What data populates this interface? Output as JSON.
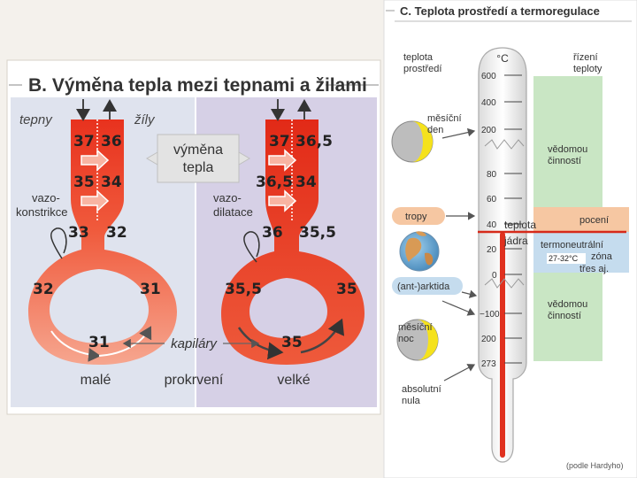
{
  "panel_b": {
    "title": "B. Výměna tepla mezi tepnami a žilami",
    "label_arteries": "tepny",
    "label_veins": "žíly",
    "exchange_label_line1": "výměna",
    "exchange_label_line2": "tepla",
    "vasoconstriction_line1": "vazo-",
    "vasoconstriction_line2": "konstrikce",
    "vasodilatation_line1": "vazo-",
    "vasodilatation_line2": "dilatace",
    "capillaries": "kapiláry",
    "low_flow": "malé",
    "perfusion": "prokrvení",
    "high_flow": "velké",
    "left_loop": {
      "artery_top": "37",
      "vein_top": "36",
      "artery_mid": "35",
      "vein_mid": "34",
      "artery_low": "33",
      "vein_low": "32",
      "loop_left": "32",
      "loop_right": "31",
      "loop_bottom": "31"
    },
    "right_loop": {
      "artery_top": "37",
      "vein_top": "36,5",
      "artery_mid": "36,5",
      "vein_mid": "34",
      "artery_low": "36",
      "vein_low": "35,5",
      "loop_left": "35,5",
      "loop_right": "35",
      "loop_bottom": "35"
    }
  },
  "panel_c": {
    "title": "C. Teplota prostředí a termoregulace",
    "env_temp_line1": "teplota",
    "env_temp_line2": "prostředí",
    "unit": "°C",
    "control_line1": "řízení",
    "control_line2": "teploty",
    "scale_labels": [
      "600",
      "400",
      "200",
      "80",
      "60",
      "40",
      "20",
      "0",
      "−100",
      "200",
      "273"
    ],
    "lunar_day_line1": "měsíční",
    "lunar_day_line2": "den",
    "tropics": "tropy",
    "arctic": "(ant-)arktida",
    "lunar_night_line1": "měsíční",
    "lunar_night_line2": "noc",
    "absolute_zero_line1": "absolutní",
    "absolute_zero_line2": "nula",
    "conscious_top_line1": "vědomou",
    "conscious_top_line2": "činností",
    "core_temp_line1": "teplota",
    "core_temp_line2": "jádra",
    "sweating": "pocení",
    "thermoneutral_line1": "termoneutrální",
    "thermoneutral_line2": "zóna",
    "shivering": "třes aj.",
    "thermoneutral_range": "27-32°C",
    "conscious_bottom_line1": "vědomou",
    "conscious_bottom_line2": "činností",
    "source": "(podle Hardyho)"
  },
  "colors": {
    "artery_red": "#e8321e",
    "loop_pink": "#f28a78",
    "panel_blue": "#dfe3ee",
    "panel_lilac": "#d6d0e6",
    "green_band": "#c9e6c4",
    "orange_band": "#f6c7a2",
    "blue_band": "#c5dcee",
    "moon_yellow": "#f5e21c"
  }
}
